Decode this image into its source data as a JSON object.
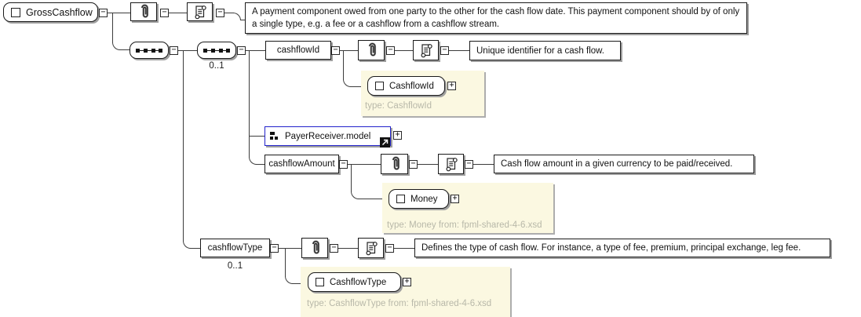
{
  "glyphs": {
    "collapse": "−",
    "expand": "+"
  },
  "root": {
    "name": "GrossCashflow",
    "documentation": "A payment component owed from one party to the other for the cash flow date. This payment component should by of only a single type, e.g. a fee or a cashflow from a cashflow stream."
  },
  "inner_sequence": {
    "occurs": "0..1"
  },
  "cashflowId": {
    "name": "cashflowId",
    "documentation": "Unique identifier for a cash flow.",
    "type": {
      "name": "CashflowId",
      "note": "type: CashflowId"
    }
  },
  "payerReceiverModel": {
    "name": "PayerReceiver.model"
  },
  "cashflowAmount": {
    "name": "cashflowAmount",
    "documentation": "Cash flow amount in a given currency to be paid/received.",
    "type": {
      "name": "Money",
      "note": "type: Money from: fpml-shared-4-6.xsd"
    }
  },
  "cashflowType": {
    "name": "cashflowType",
    "occurs": "0..1",
    "documentation": "Defines the type of cash flow. For instance, a type of fee, premium, principal exchange, leg fee.",
    "type": {
      "name": "CashflowType",
      "note": "type: CashflowType from: fpml-shared-4-6.xsd"
    }
  },
  "colors": {
    "model_group_border": "#2222cc",
    "type_area_bg": "#fbf8e1",
    "type_note_text": "#b8b8a9",
    "box_shadow": "#9f9f9f",
    "connector": "#3c3c3c"
  },
  "icons": {
    "element": "square-icon",
    "sequence": "sequence-dots-icon",
    "attributes": "paperclip-icon",
    "annotation": "scroll-icon",
    "model_group": "blocks-icon",
    "goto_definition": "arrow-ne-icon"
  }
}
